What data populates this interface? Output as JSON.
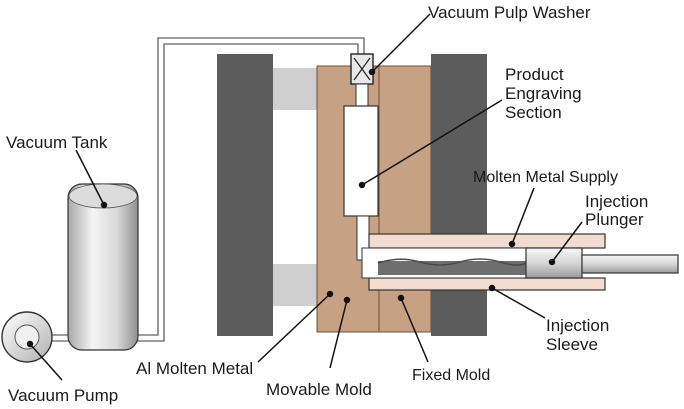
{
  "labels": {
    "vacuum_pulp_washer": "Vacuum Pulp Washer",
    "product_engraving_line1": "Product",
    "product_engraving_line2": "Engraving",
    "product_engraving_line3": "Section",
    "vacuum_tank": "Vacuum Tank",
    "molten_metal_supply": "Molten Metal Supply",
    "injection_plunger_line1": "Injection",
    "injection_plunger_line2": "Plunger",
    "injection_sleeve_line1": "Injection",
    "injection_sleeve_line2": "Sleeve",
    "al_molten_metal": "Al Molten Metal",
    "movable_mold": "Movable Mold",
    "fixed_mold": "Fixed Mold",
    "vacuum_pump": "Vacuum Pump"
  },
  "colors": {
    "platen": "#5c5c5c",
    "mold": "#c7a184",
    "sleeve": "#f2dcd0",
    "pipe": "#8a8a8a",
    "tank_body": "#e6e6e6"
  }
}
